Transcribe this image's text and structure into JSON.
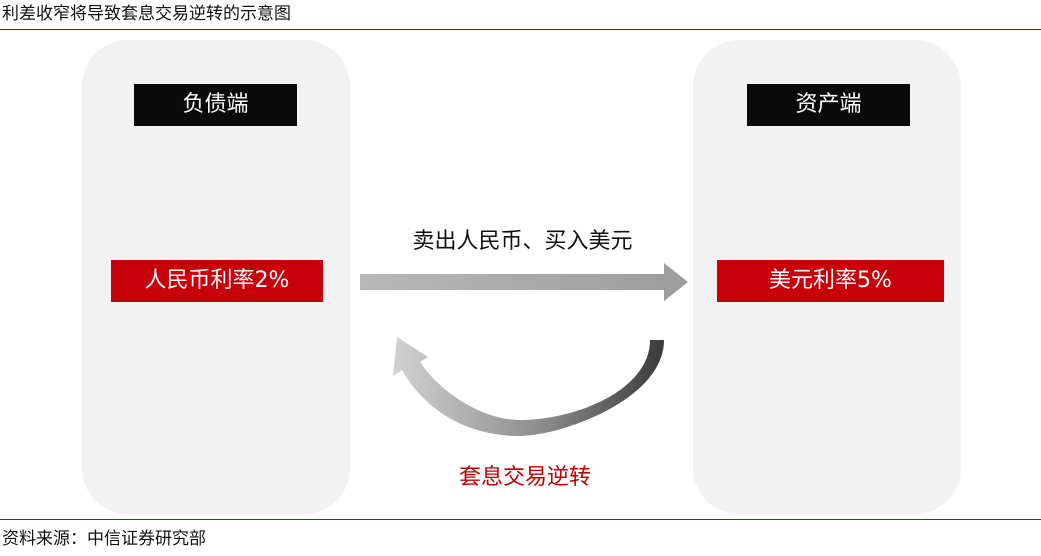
{
  "title": "利差收窄将导致套息交易逆转的示意图",
  "source": "资料来源：中信证券研究部",
  "left_panel": {
    "header": "负债端",
    "rate": "人民币利率2%"
  },
  "right_panel": {
    "header": "资产端",
    "rate": "美元利率5%"
  },
  "flow": {
    "forward_label": "卖出人民币、买入美元",
    "reverse_label": "套息交易逆转"
  },
  "colors": {
    "accent_red": "#c8000a",
    "header_black": "#0a0a0a",
    "panel_gray": "#f2f2f2",
    "arrow_gray": "#a6a6a6"
  }
}
